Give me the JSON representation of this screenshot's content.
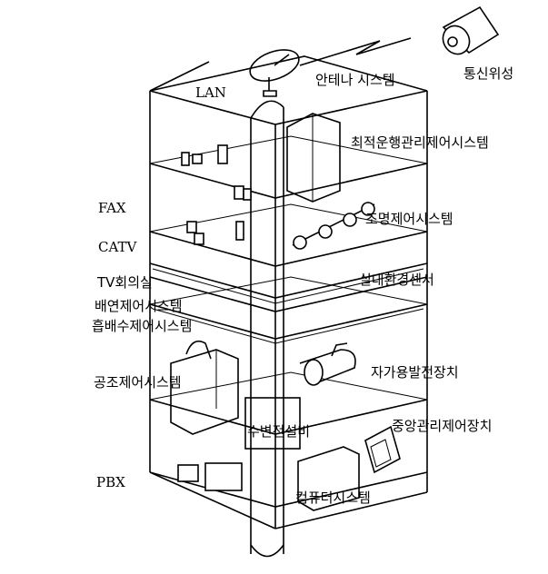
{
  "labels": {
    "satellite": "통신위성",
    "antenna": "안테나 시스템",
    "lan": "LAN",
    "elevator": "최적운행관리제어시스템",
    "fax": "FAX",
    "lighting": "조명제어시스템",
    "catv": "CATV",
    "tv_conf": "TV회의실",
    "env_sensor": "실내환경센서",
    "smoke": "배연제어시스템",
    "supply_drain": "흡배수제어시스템",
    "hvac": "공조제어시스템",
    "generator": "자가용발전장치",
    "central": "중앙관리제어장치",
    "substation": "수변전설비",
    "pbx": "PBX",
    "computer": "컴퓨터시스템"
  }
}
